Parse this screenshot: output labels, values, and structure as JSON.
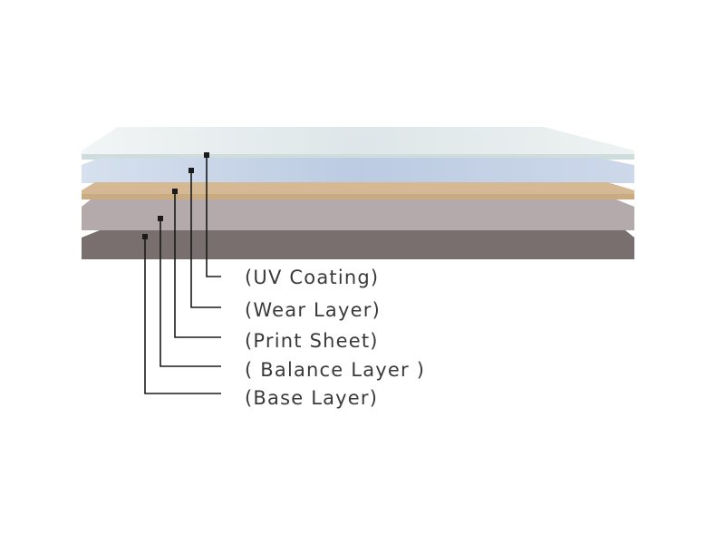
{
  "layers": [
    {
      "label": "(UV Coating)",
      "color": "#e3ebeb"
    },
    {
      "label": "(Wear Layer)",
      "color": "#c7d3e6"
    },
    {
      "label": "(Print Sheet)",
      "color": "#d3b995"
    },
    {
      "label": "( Balance Layer )",
      "color": "#b3a9ab"
    },
    {
      "label": "(Base Layer)",
      "color": "#7a6e6e"
    }
  ],
  "colors": {
    "leader_line": "#1a1a1a",
    "label_text": "#3a3a3a",
    "background": "#ffffff"
  }
}
